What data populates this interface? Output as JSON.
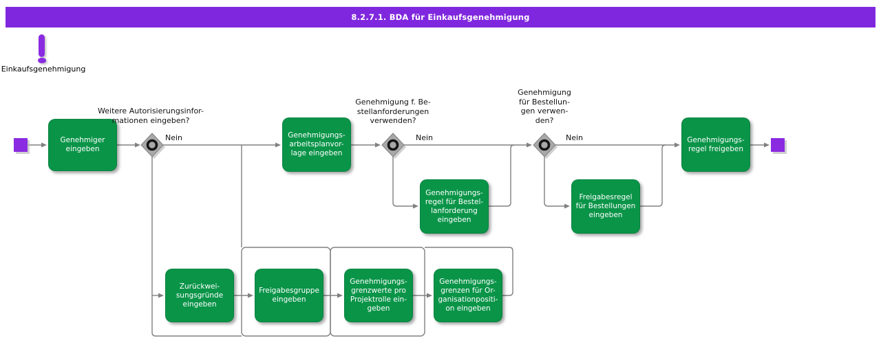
{
  "header": {
    "title": "8.2.7.1. BDA für Einkaufsgenehmigung"
  },
  "colors": {
    "header_purple": "#7F27DE",
    "event_purple": "#8A2BE2",
    "activity_green": "#0A9448",
    "line_gray": "#808080",
    "gateway_gray": "#A8A8A8"
  },
  "overview": {
    "icon": "exclamation-icon",
    "label": "Einkaufsgenehmigung"
  },
  "diagram": {
    "start_event": {
      "name": "start-event"
    },
    "end_event": {
      "name": "end-event"
    },
    "activities": [
      {
        "id": "genehmiger-eingeben",
        "label": "Genehmiger\neingeben"
      },
      {
        "id": "genehmigungsarbeitsplanvorlage-eingeben",
        "label": "Genehmigungs-\narbeitsplanvor-\nlage eingeben"
      },
      {
        "id": "genehmigungsregel-bestellanforderung-eingeben",
        "label": "Genehmigungs-\nregel für Bestel-\nlanforderung\neingeben"
      },
      {
        "id": "freigabesregel-bestellungen-eingeben",
        "label": "Freigabesregel\nfür Bestellungen\neingeben"
      },
      {
        "id": "genehmigungsregel-freigeben",
        "label": "Genehmigungs-\nregel freigeben"
      },
      {
        "id": "zurueckweisungsgruende-eingeben",
        "label": "Zurückwei-\nsungsgründe\neingeben"
      },
      {
        "id": "freigabesgruppe-eingeben",
        "label": "Freigabesgruppe\neingeben"
      },
      {
        "id": "genehmigungsgrenzwerte-projektrolle-eingeben",
        "label": "Genehmigungs-\ngrenzwerte pro\nProjektrolle ein-\ngeben"
      },
      {
        "id": "genehmigungsgrenzen-organisationposition-eingeben",
        "label": "Genehmigungs-\ngrenzen für Or-\nganisationpositi-\non eingeben"
      }
    ],
    "decisions": [
      {
        "question": "Weitere Autorisierungsinfor-\nmationen eingeben?",
        "branch": "Nein"
      },
      {
        "question": "Genehmigung f. Be-\nstellanforderungen\nverwenden?",
        "branch": "Nein"
      },
      {
        "question": "Genehmigung\nfür Bestellun-\ngen verwen-\nden?",
        "branch": "Nein"
      }
    ]
  }
}
